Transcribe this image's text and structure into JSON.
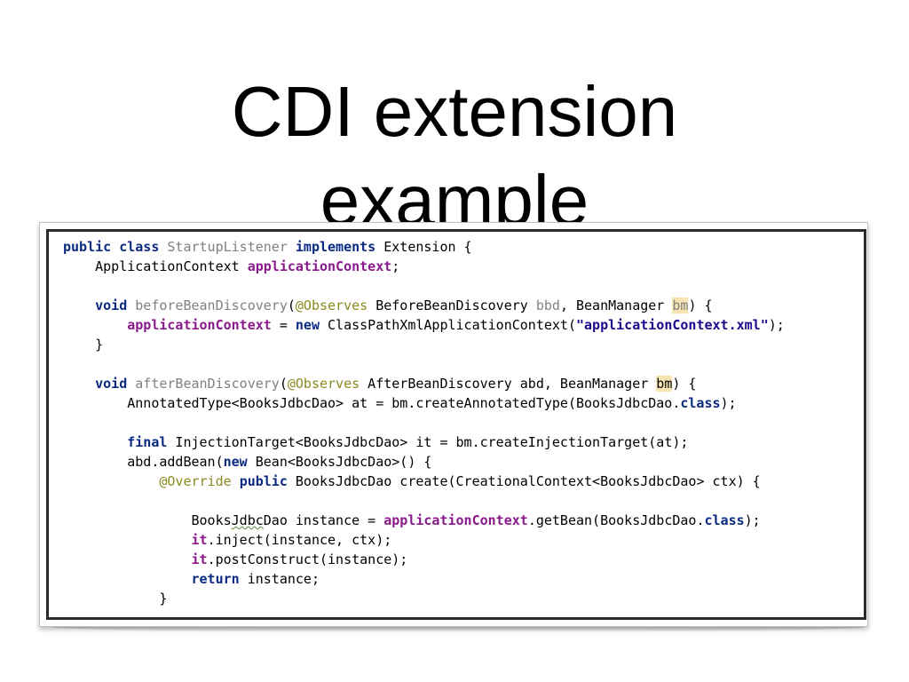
{
  "slide": {
    "title_line1": "CDI extension",
    "title_line2": "example"
  },
  "code": {
    "lines": [
      [
        {
          "t": "public",
          "s": "kw"
        },
        {
          "t": " "
        },
        {
          "t": "class",
          "s": "kw"
        },
        {
          "t": " "
        },
        {
          "t": "StartupListener",
          "s": "gray"
        },
        {
          "t": " "
        },
        {
          "t": "implements",
          "s": "kw"
        },
        {
          "t": " Extension {"
        }
      ],
      [
        {
          "t": "    ApplicationContext "
        },
        {
          "t": "applicationContext",
          "s": "field"
        },
        {
          "t": ";"
        }
      ],
      [
        {
          "t": ""
        }
      ],
      [
        {
          "t": "    "
        },
        {
          "t": "void",
          "s": "kw"
        },
        {
          "t": " "
        },
        {
          "t": "beforeBeanDiscovery",
          "s": "gray"
        },
        {
          "t": "("
        },
        {
          "t": "@Observes",
          "s": "ann"
        },
        {
          "t": " BeforeBeanDiscovery "
        },
        {
          "t": "bbd",
          "s": "gray"
        },
        {
          "t": ", BeanManager "
        },
        {
          "t": "bm",
          "s": "hl-gray"
        },
        {
          "t": ") {"
        }
      ],
      [
        {
          "t": "        "
        },
        {
          "t": "applicationContext",
          "s": "field"
        },
        {
          "t": " = "
        },
        {
          "t": "new",
          "s": "kw"
        },
        {
          "t": " ClassPathXmlApplicationContext("
        },
        {
          "t": "\"applicationContext.xml\"",
          "s": "str"
        },
        {
          "t": ");"
        }
      ],
      [
        {
          "t": "    }"
        }
      ],
      [
        {
          "t": ""
        }
      ],
      [
        {
          "t": "    "
        },
        {
          "t": "void",
          "s": "kw"
        },
        {
          "t": " "
        },
        {
          "t": "afterBeanDiscovery",
          "s": "gray"
        },
        {
          "t": "("
        },
        {
          "t": "@Observes",
          "s": "ann"
        },
        {
          "t": " AfterBeanDiscovery abd, BeanManager "
        },
        {
          "t": "bm",
          "s": "hl"
        },
        {
          "t": ") {"
        }
      ],
      [
        {
          "t": "        AnnotatedType<BooksJdbcDao> at = bm.createAnnotatedType(BooksJdbcDao."
        },
        {
          "t": "class",
          "s": "kw"
        },
        {
          "t": ");"
        }
      ],
      [
        {
          "t": ""
        }
      ],
      [
        {
          "t": "        "
        },
        {
          "t": "final",
          "s": "kw"
        },
        {
          "t": " InjectionTarget<BooksJdbcDao> it = bm.createInjectionTarget(at);"
        }
      ],
      [
        {
          "t": "        abd.addBean("
        },
        {
          "t": "new",
          "s": "kw"
        },
        {
          "t": " Bean<BooksJdbcDao>() {"
        }
      ],
      [
        {
          "t": "            "
        },
        {
          "t": "@Override",
          "s": "ann"
        },
        {
          "t": " "
        },
        {
          "t": "public",
          "s": "kw"
        },
        {
          "t": " BooksJdbcDao create(CreationalContext<BooksJdbcDao> ctx) {"
        }
      ],
      [
        {
          "t": ""
        }
      ],
      [
        {
          "t": "                Books"
        },
        {
          "t": "Jdbc",
          "s": "squiggle"
        },
        {
          "t": "Dao instance = "
        },
        {
          "t": "applicationContext",
          "s": "field"
        },
        {
          "t": ".getBean(BooksJdbcDao."
        },
        {
          "t": "class",
          "s": "kw"
        },
        {
          "t": ");"
        }
      ],
      [
        {
          "t": "                "
        },
        {
          "t": "it",
          "s": "field"
        },
        {
          "t": ".inject(instance, ctx);"
        }
      ],
      [
        {
          "t": "                "
        },
        {
          "t": "it",
          "s": "field"
        },
        {
          "t": ".postConstruct(instance);"
        }
      ],
      [
        {
          "t": "                "
        },
        {
          "t": "return",
          "s": "kw"
        },
        {
          "t": " instance;"
        }
      ],
      [
        {
          "t": "            }"
        }
      ]
    ]
  },
  "colors": {
    "keyword": "#0b2a82",
    "field": "#8a1a8c",
    "annotation": "#8a8a1e",
    "string": "#1a0b8c",
    "unused": "#808080",
    "occurrence_highlight": "#f8e4b0"
  }
}
